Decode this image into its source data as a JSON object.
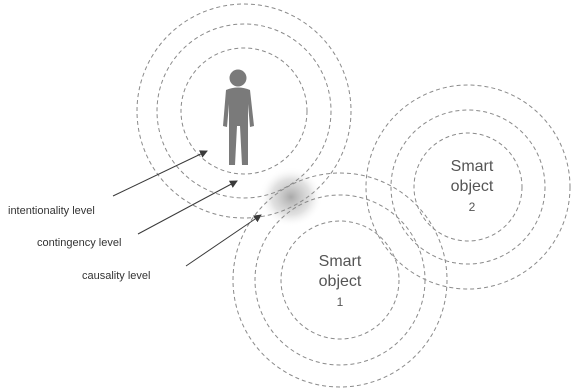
{
  "labels": {
    "intentionality": "intentionality level",
    "contingency": "contingency level",
    "causality": "causality level"
  },
  "objects": [
    {
      "line1": "Smart",
      "line2": "object",
      "number": "2"
    },
    {
      "line1": "Smart",
      "line2": "object",
      "number": "1"
    }
  ],
  "icons": {
    "person": "person-silhouette-icon"
  },
  "colors": {
    "ring": "#8a8a8a",
    "person": "#7a7a7a",
    "text": "#333333",
    "overlap": "#9a9a9a"
  }
}
